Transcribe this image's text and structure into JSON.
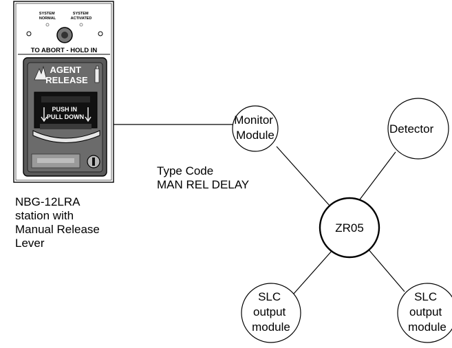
{
  "device": {
    "leds": [
      "SYSTEM\nNORMAL",
      "SYSTEM\nACTIVATED"
    ],
    "abort_text": "TO ABORT - HOLD IN",
    "title_lines": [
      "AGENT",
      "RELEASE"
    ],
    "handle_lines": [
      "PUSH  IN",
      "PULL DOWN"
    ]
  },
  "station_caption": [
    "NBG-12LRA",
    "station with",
    "Manual Release",
    "Lever"
  ],
  "type_code_caption": [
    "Type Code",
    "MAN REL DELAY"
  ],
  "nodes": {
    "center": "ZR05",
    "monitor": "Monitor\nModule",
    "detector": "Detector",
    "slc_left": "SLC\noutput\nmodule",
    "slc_right": "SLC\noutput\nmodule"
  }
}
